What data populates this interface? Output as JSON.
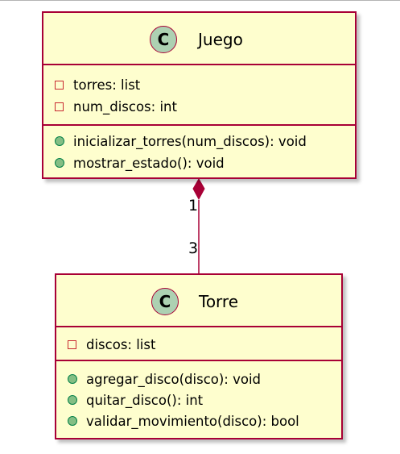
{
  "classes": {
    "juego": {
      "stereotype_letter": "C",
      "name": "Juego",
      "attributes": [
        {
          "visibility": "private",
          "text": "torres: list"
        },
        {
          "visibility": "private",
          "text": "num_discos: int"
        }
      ],
      "methods": [
        {
          "visibility": "public",
          "text": "inicializar_torres(num_discos): void"
        },
        {
          "visibility": "public",
          "text": "mostrar_estado(): void"
        }
      ]
    },
    "torre": {
      "stereotype_letter": "C",
      "name": "Torre",
      "attributes": [
        {
          "visibility": "private",
          "text": "discos: list"
        }
      ],
      "methods": [
        {
          "visibility": "public",
          "text": "agregar_disco(disco): void"
        },
        {
          "visibility": "public",
          "text": "quitar_disco(): int"
        },
        {
          "visibility": "public",
          "text": "validar_movimiento(disco): bool"
        }
      ]
    }
  },
  "relationship": {
    "type": "composition",
    "source_multiplicity": "1",
    "target_multiplicity": "3"
  },
  "colors": {
    "class_fill": "#fefece",
    "class_border": "#a80036",
    "circle_fill": "#add1b2",
    "private_marker": "#c82930",
    "public_marker": "#84be84"
  }
}
